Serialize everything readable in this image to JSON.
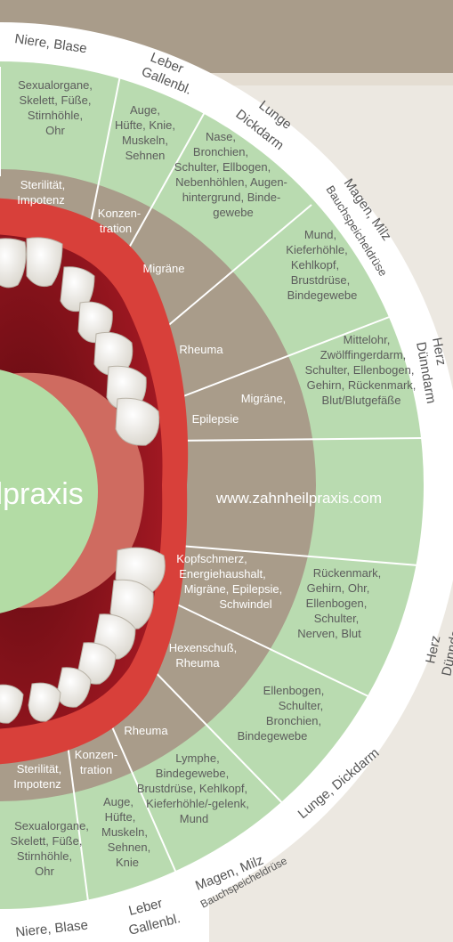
{
  "brand_text": "ilpraxis",
  "website": "www.zahnheilpraxis.com",
  "outer_labels": {
    "niere_top": "Niere, Blase",
    "leber_top": [
      "Leber",
      "Gallenbl."
    ],
    "lunge_top": [
      "Lunge",
      "Dickdarm"
    ],
    "magen_top": [
      "Magen, Milz",
      "Bauchspeicheldrüse"
    ],
    "herz_top": [
      "Herz",
      "Dünndarm"
    ],
    "herz_bottom": [
      "Herz",
      "Dünndarm"
    ],
    "lunge_bottom": "Lunge, Dickdarm",
    "magen_bottom": [
      "Magen, Milz",
      "Bauchspeicheldrüse"
    ],
    "leber_bottom": [
      "Leber",
      "Gallenbl."
    ],
    "niere_bottom": "Niere, Blase"
  },
  "green_labels": {
    "seg1_top": [
      "Sexualorgane,",
      "Skelett, Füße,",
      "Stirnhöhle,",
      "Ohr"
    ],
    "seg2_top": [
      "Auge,",
      "Hüfte, Knie,",
      "Muskeln,",
      "Sehnen"
    ],
    "seg3_top": [
      "Nase,",
      "Bronchien,",
      "Schulter, Ellbogen,",
      "Nebenhöhlen, Augen-",
      "hintergrund, Binde-",
      "gewebe"
    ],
    "seg4_top": [
      "Mund,",
      "Kieferhöhle,",
      "Kehlkopf,",
      "Brustdrüse,",
      "Bindegewebe"
    ],
    "seg5_top": [
      "Mittelohr,",
      "Zwölffingerdarm,",
      "Schulter, Ellenbogen,",
      "Gehirn, Rückenmark,",
      "Blut/Blutgefäße"
    ],
    "seg5_bottom": [
      "Rückenmark,",
      "Gehirn, Ohr,",
      "Ellenbogen,",
      "Schulter,",
      "Nerven, Blut"
    ],
    "seg3_bottom": [
      "Ellenbogen,",
      "Schulter,",
      "Bronchien,",
      "Bindegewebe"
    ],
    "seg4_bottom": [
      "Lymphe,",
      "Bindegewebe,",
      "Brustdrüse, Kehlkopf,",
      "Kieferhöhle/-gelenk,",
      "Mund"
    ],
    "seg2_bottom": [
      "Auge,",
      "Hüfte,",
      "Muskeln,",
      "Sehnen,",
      "Knie"
    ],
    "seg1_bottom": [
      "Sexualorgane,",
      "Skelett, Füße,",
      "Stirnhöhle,",
      "Ohr"
    ]
  },
  "tan_labels": {
    "sterilitaet_top": [
      "Sterilität,",
      "Impotenz"
    ],
    "konzen_top": [
      "Konzen-",
      "tration"
    ],
    "migraene_top": "Migräne",
    "rheuma_top": "Rheuma",
    "migraene2_top": "Migräne,",
    "epilepsie_top": "Epilepsie",
    "kopfschmerz": [
      "Kopfschmerz,",
      "Energiehaushalt,",
      "Migräne, Epilepsie,",
      "Schwindel"
    ],
    "hexenschuss": [
      "Hexenschuß,",
      "Rheuma"
    ],
    "rheuma_bottom": "Rheuma",
    "konzen_bottom": [
      "Konzen-",
      "tration"
    ],
    "sterilitaet_bottom": [
      "Sterilität,",
      "Impotenz"
    ]
  },
  "colors": {
    "outer_ring": "#ffffff",
    "green": "#b9dbb0",
    "tan": "#a99c8a",
    "lip": "#d8403a",
    "mouth_dark": "#8c1219",
    "tongue": "#cf6b60",
    "tooth": "#f2f0ea",
    "center": "#b3dca5",
    "banner": "#a99c8a",
    "panel": "#ece8e1",
    "divider": "#ffffff"
  }
}
